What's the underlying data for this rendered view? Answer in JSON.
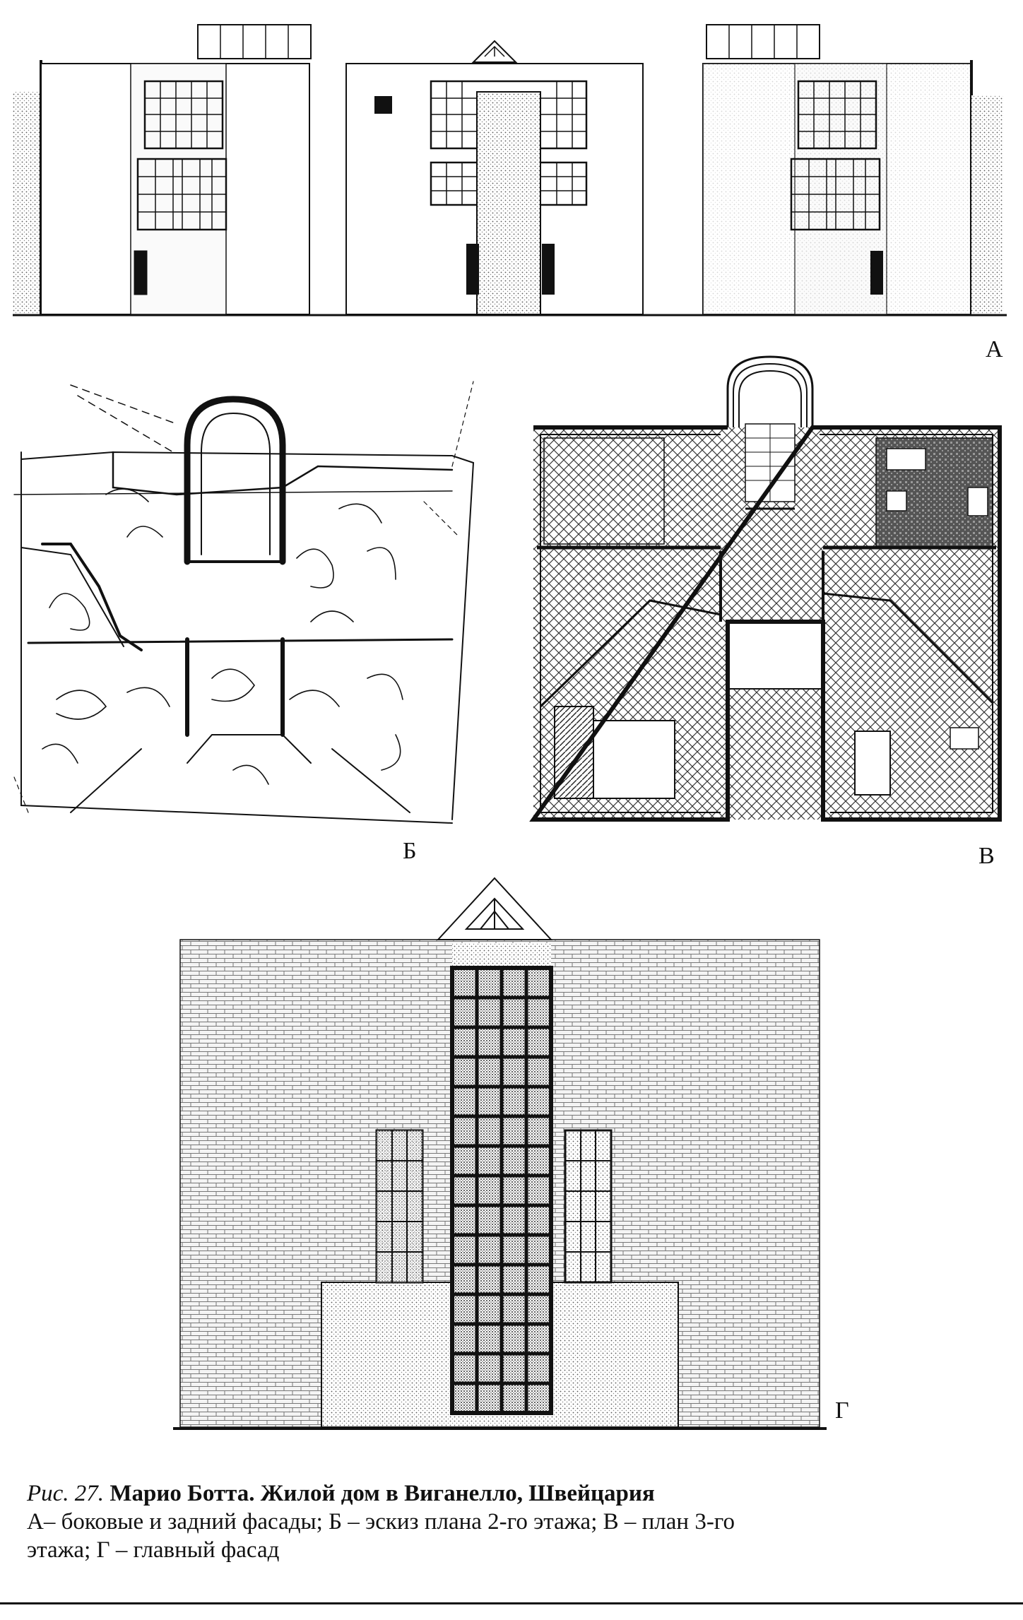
{
  "labels": {
    "a": "А",
    "b": "Б",
    "v": "В",
    "g": "Г"
  },
  "caption": {
    "fig_ref": "Рис. 27.",
    "title": "Марио Ботта. Жилой дом в Виганелло, Швейцария",
    "line1": "А– боковые и задний фасады; Б – эскиз плана 2-го этажа; В – план 3-го",
    "line2": "этажа; Г – главный фасад"
  }
}
